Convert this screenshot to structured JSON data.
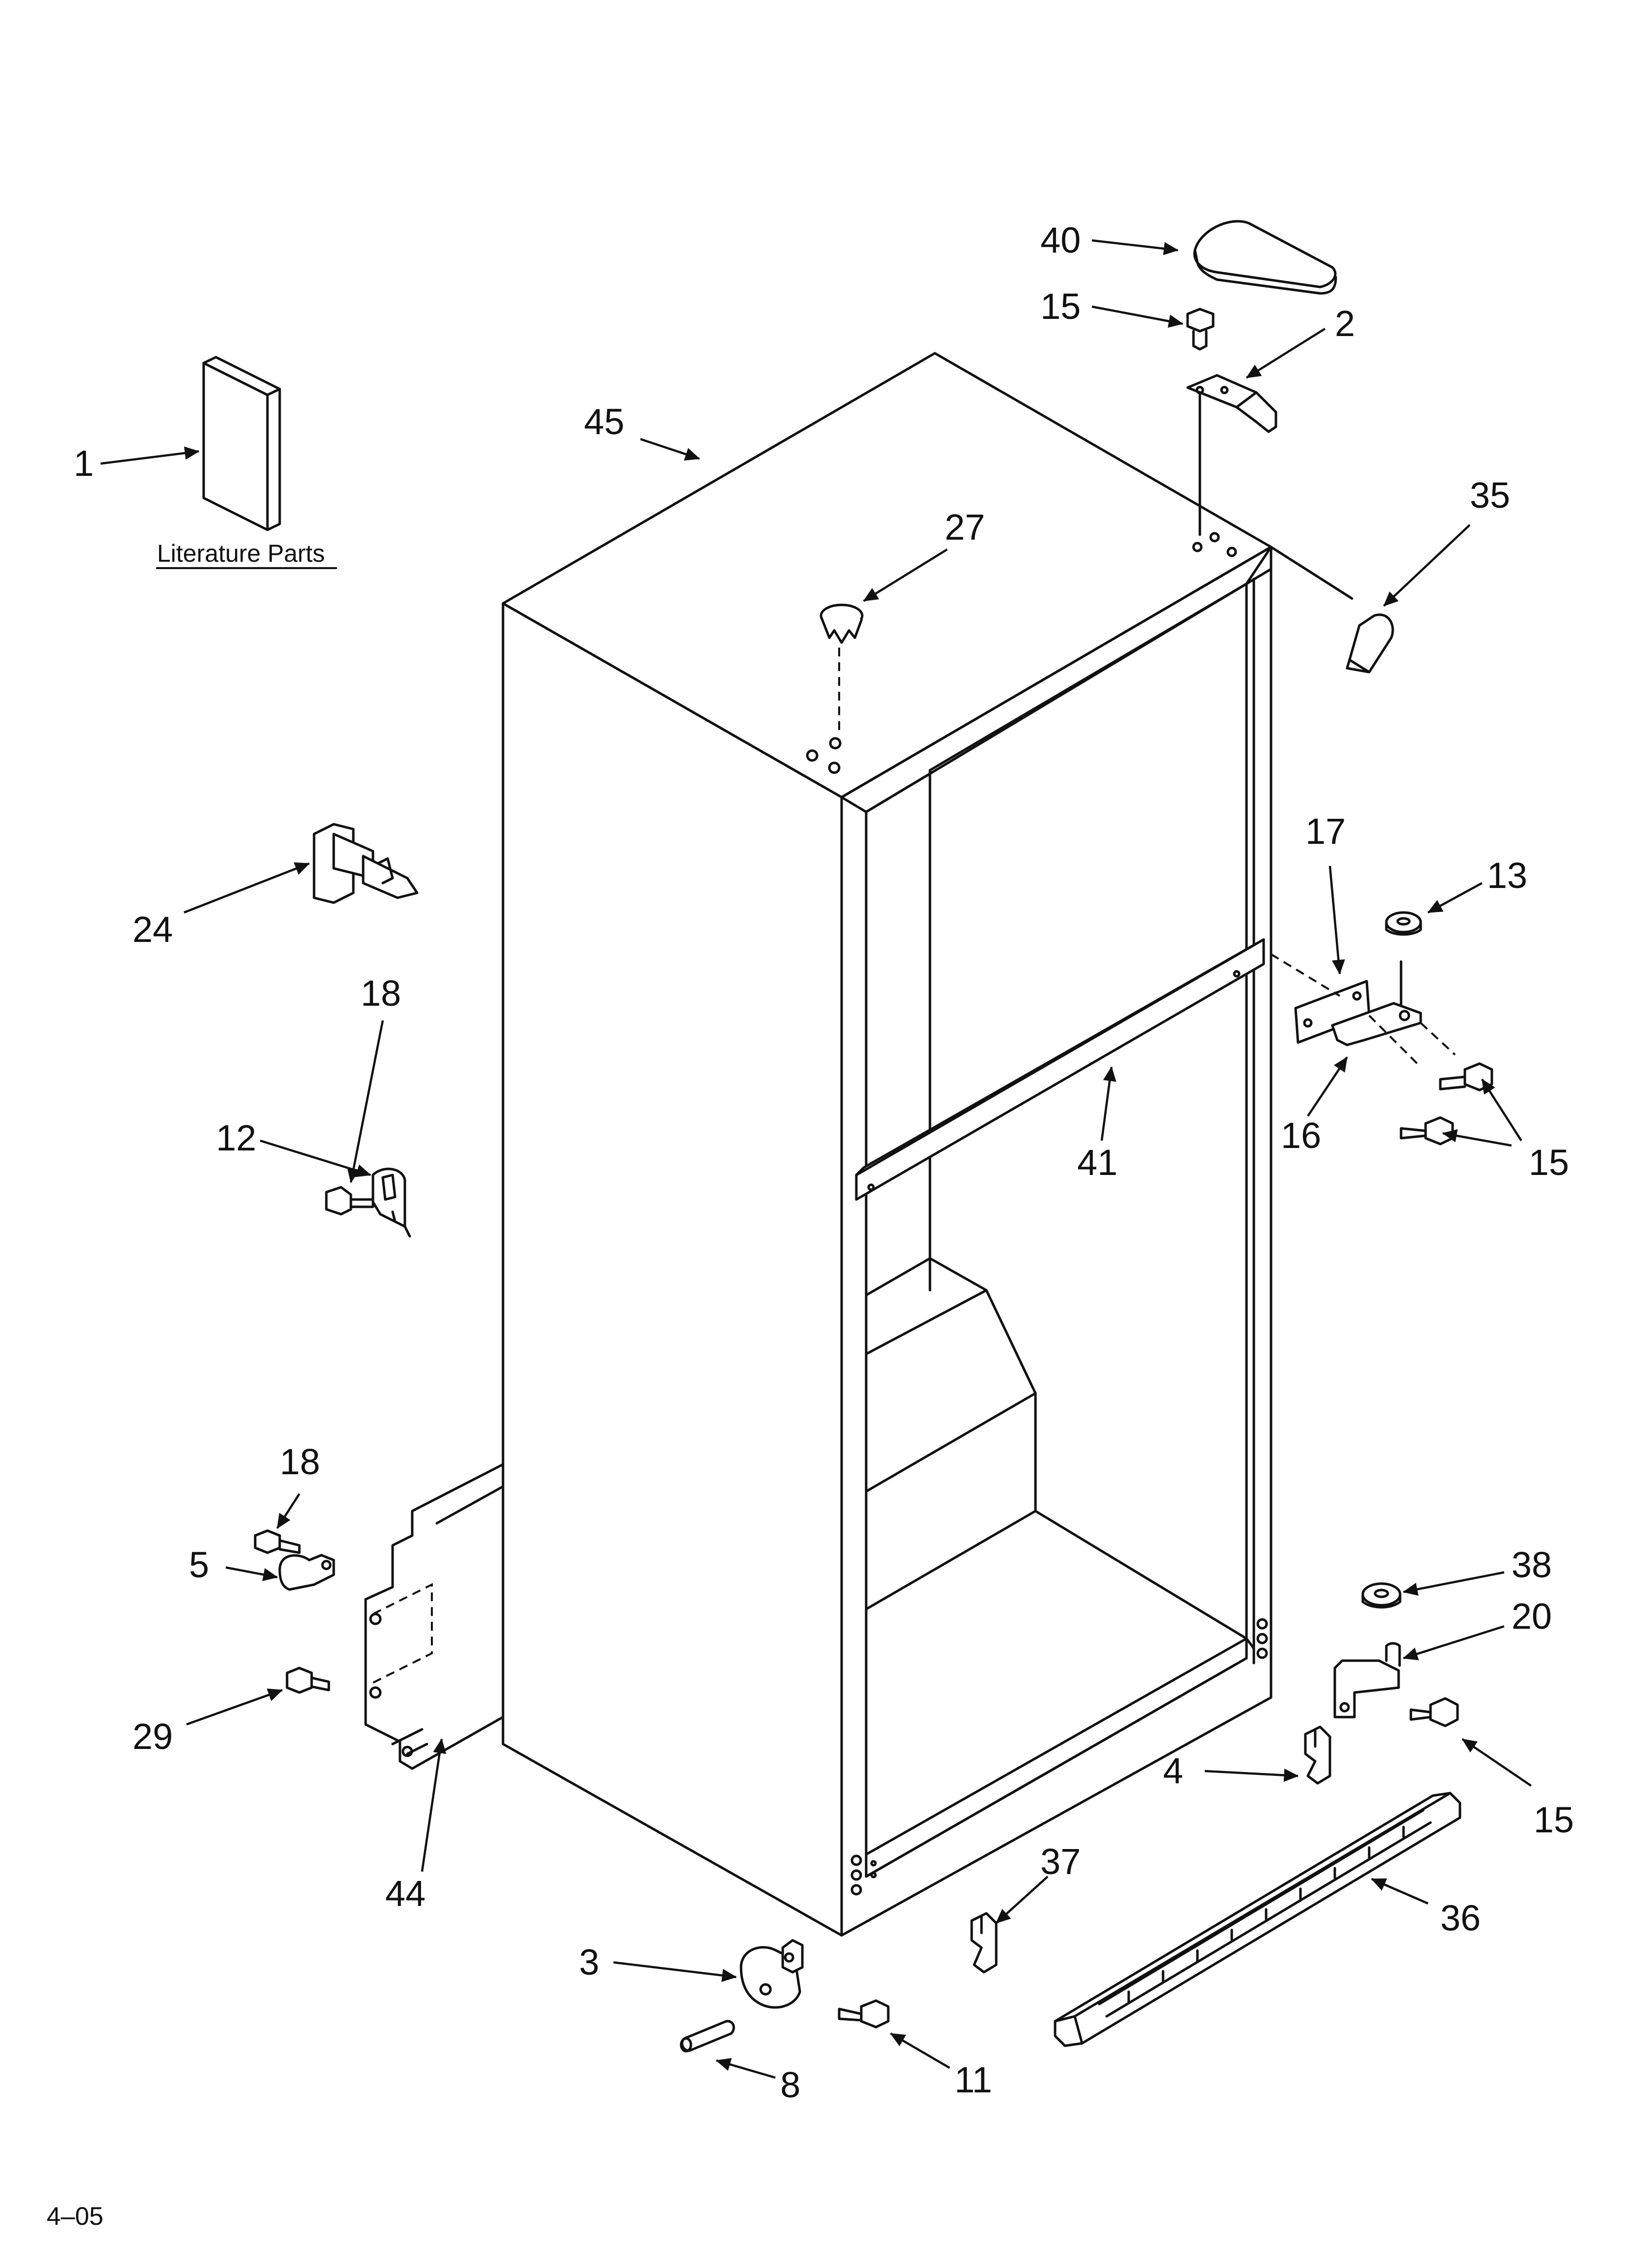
{
  "diagram": {
    "footer_code": "4–05",
    "literature_caption": "Literature Parts",
    "callouts": {
      "c1": "1",
      "c40": "40",
      "c15a": "15",
      "c2": "2",
      "c45": "45",
      "c35": "35",
      "c27": "27",
      "c24": "24",
      "c17": "17",
      "c13": "13",
      "c18a": "18",
      "c12": "12",
      "c41": "41",
      "c16": "16",
      "c15b": "15",
      "c18b": "18",
      "c5": "5",
      "c38": "38",
      "c20": "20",
      "c29": "29",
      "c4": "4",
      "c15c": "15",
      "c44": "44",
      "c37": "37",
      "c36": "36",
      "c3": "3",
      "c8": "8",
      "c11": "11"
    }
  }
}
